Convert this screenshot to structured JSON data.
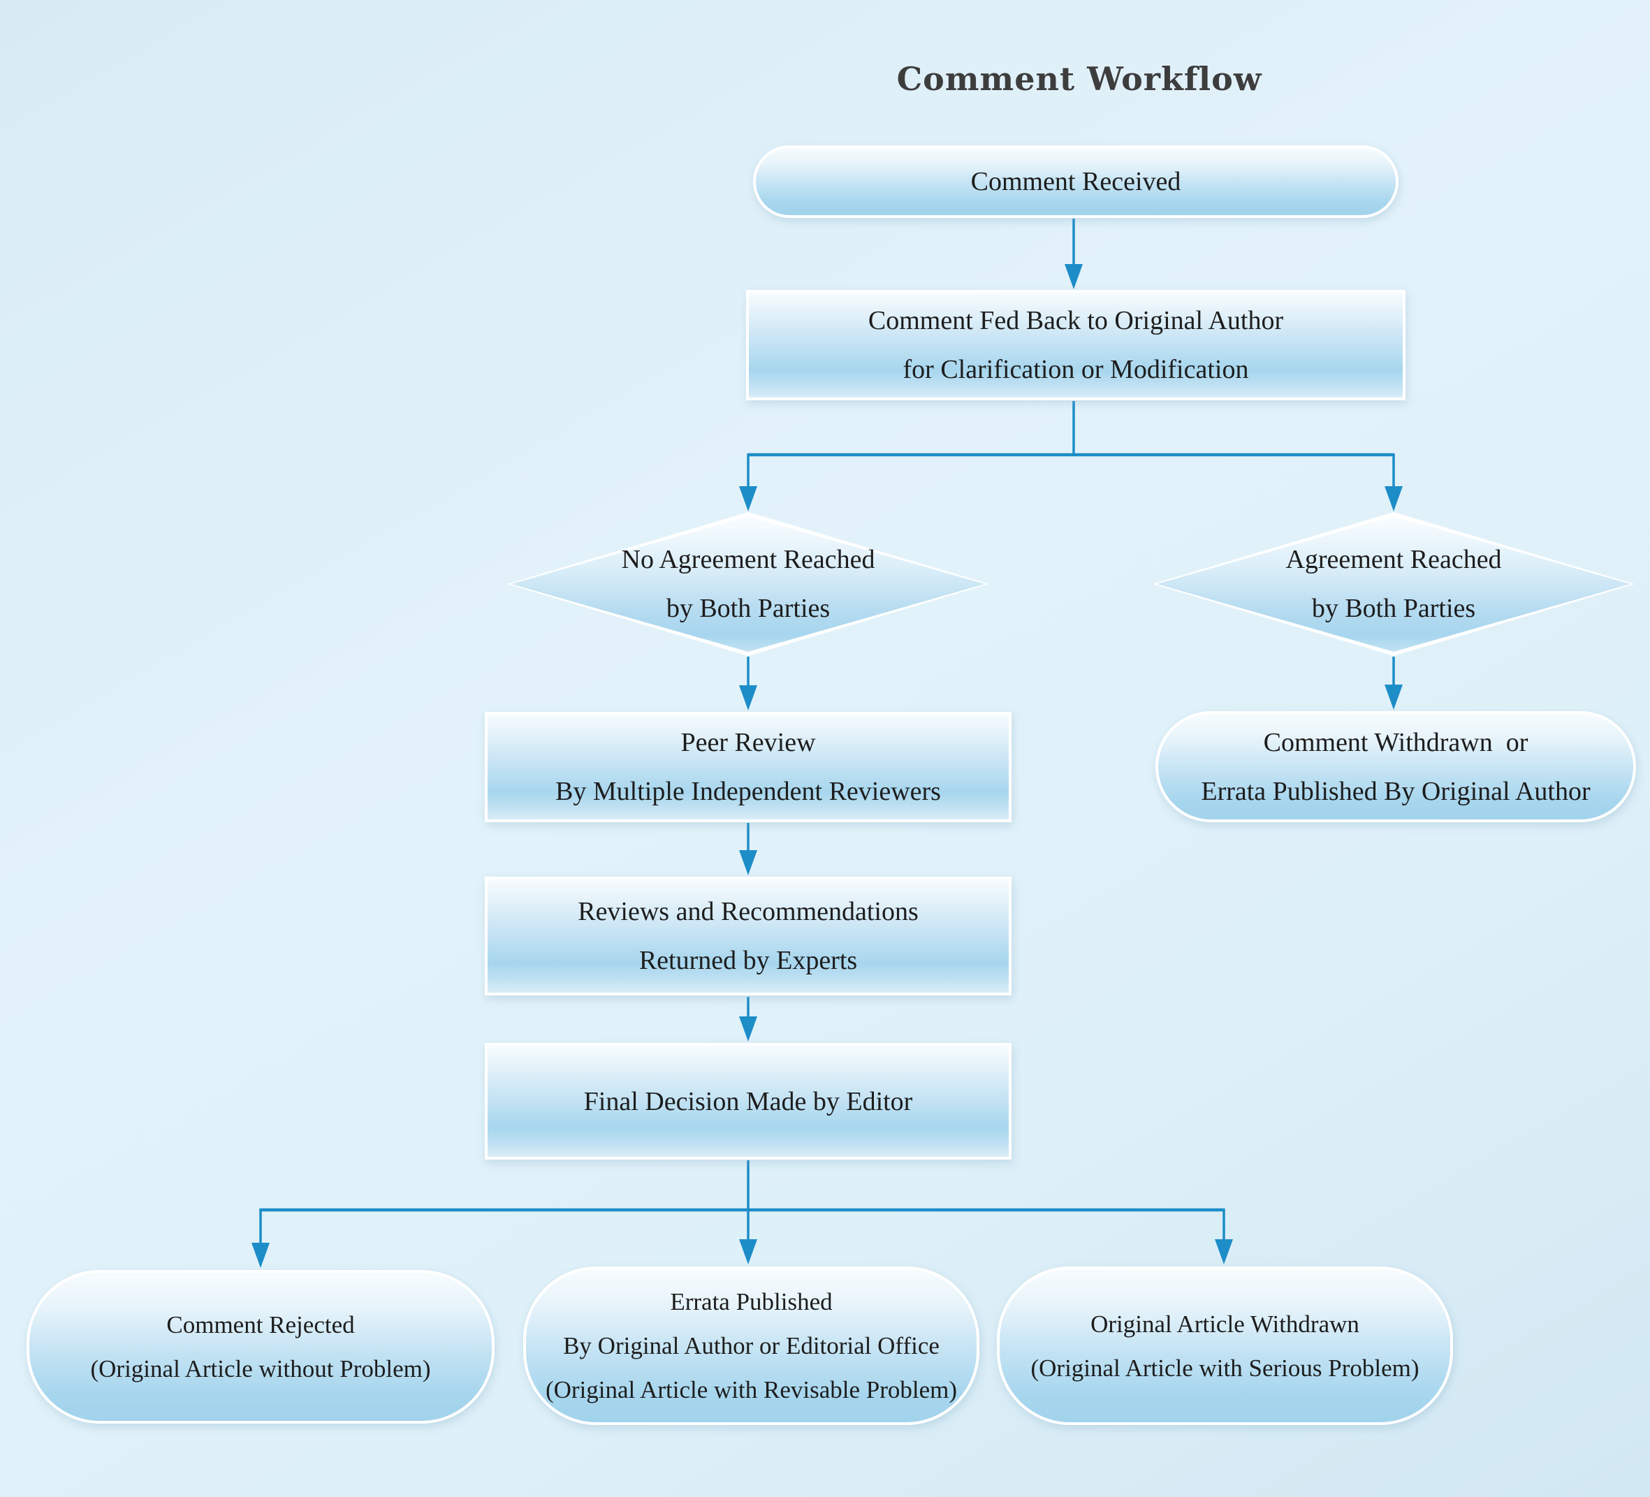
{
  "title": "Comment Workflow",
  "colors": {
    "background": "#ddeef7",
    "arrow": "#1d8dc8",
    "node_text": "#1d1d1d",
    "title_text": "#3d3d3d",
    "node_border": "#ffffff",
    "fill_top": "#f7fcfe",
    "fill_mid": "#c2e2f3",
    "fill_deep": "#a7d6ee",
    "fill_glow": "#d9edf7"
  },
  "nodes": {
    "comment_received": {
      "type": "terminator",
      "lines": [
        "Comment Received"
      ]
    },
    "feedback": {
      "type": "process",
      "lines": [
        "Comment Fed Back to Original Author",
        "for Clarification or Modification"
      ]
    },
    "no_agreement": {
      "type": "decision",
      "lines": [
        "No Agreement Reached",
        "by Both Parties"
      ]
    },
    "agreement": {
      "type": "decision",
      "lines": [
        "Agreement Reached",
        "by Both Parties"
      ]
    },
    "peer_review": {
      "type": "process",
      "lines": [
        "Peer Review",
        "By Multiple Independent Reviewers"
      ]
    },
    "reviews_returned": {
      "type": "process",
      "lines": [
        "Reviews and Recommendations",
        "Returned by Experts"
      ]
    },
    "final_decision": {
      "type": "process",
      "lines": [
        "Final Decision Made by Editor"
      ]
    },
    "withdrawn_or_errata": {
      "type": "terminator",
      "lines": [
        "Comment Withdrawn  or",
        "Errata Published By Original Author"
      ]
    },
    "comment_rejected": {
      "type": "terminator",
      "lines": [
        "Comment Rejected",
        "(Original Article without Problem)"
      ]
    },
    "errata_published": {
      "type": "terminator",
      "lines": [
        "Errata Published",
        "By Original Author or Editorial Office",
        "(Original Article with Revisable Problem)"
      ]
    },
    "article_withdrawn": {
      "type": "terminator",
      "lines": [
        "Original Article Withdrawn",
        "(Original Article with Serious Problem)"
      ]
    }
  }
}
